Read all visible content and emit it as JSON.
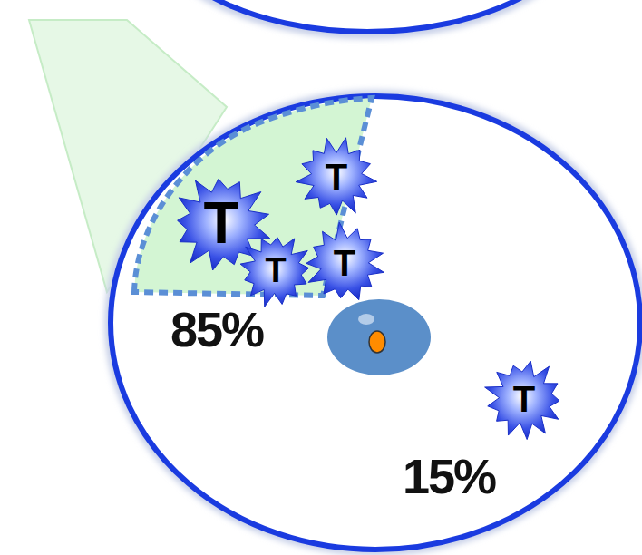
{
  "diagram": {
    "nodes": [
      {
        "text": [
          "T"
        ]
      },
      {
        "text": [
          "T"
        ]
      },
      {
        "text": [
          "T"
        ]
      },
      {
        "text": [
          "T"
        ]
      },
      {
        "text": [
          "T"
        ]
      }
    ],
    "labels": [
      "85%",
      "15%"
    ]
  }
}
